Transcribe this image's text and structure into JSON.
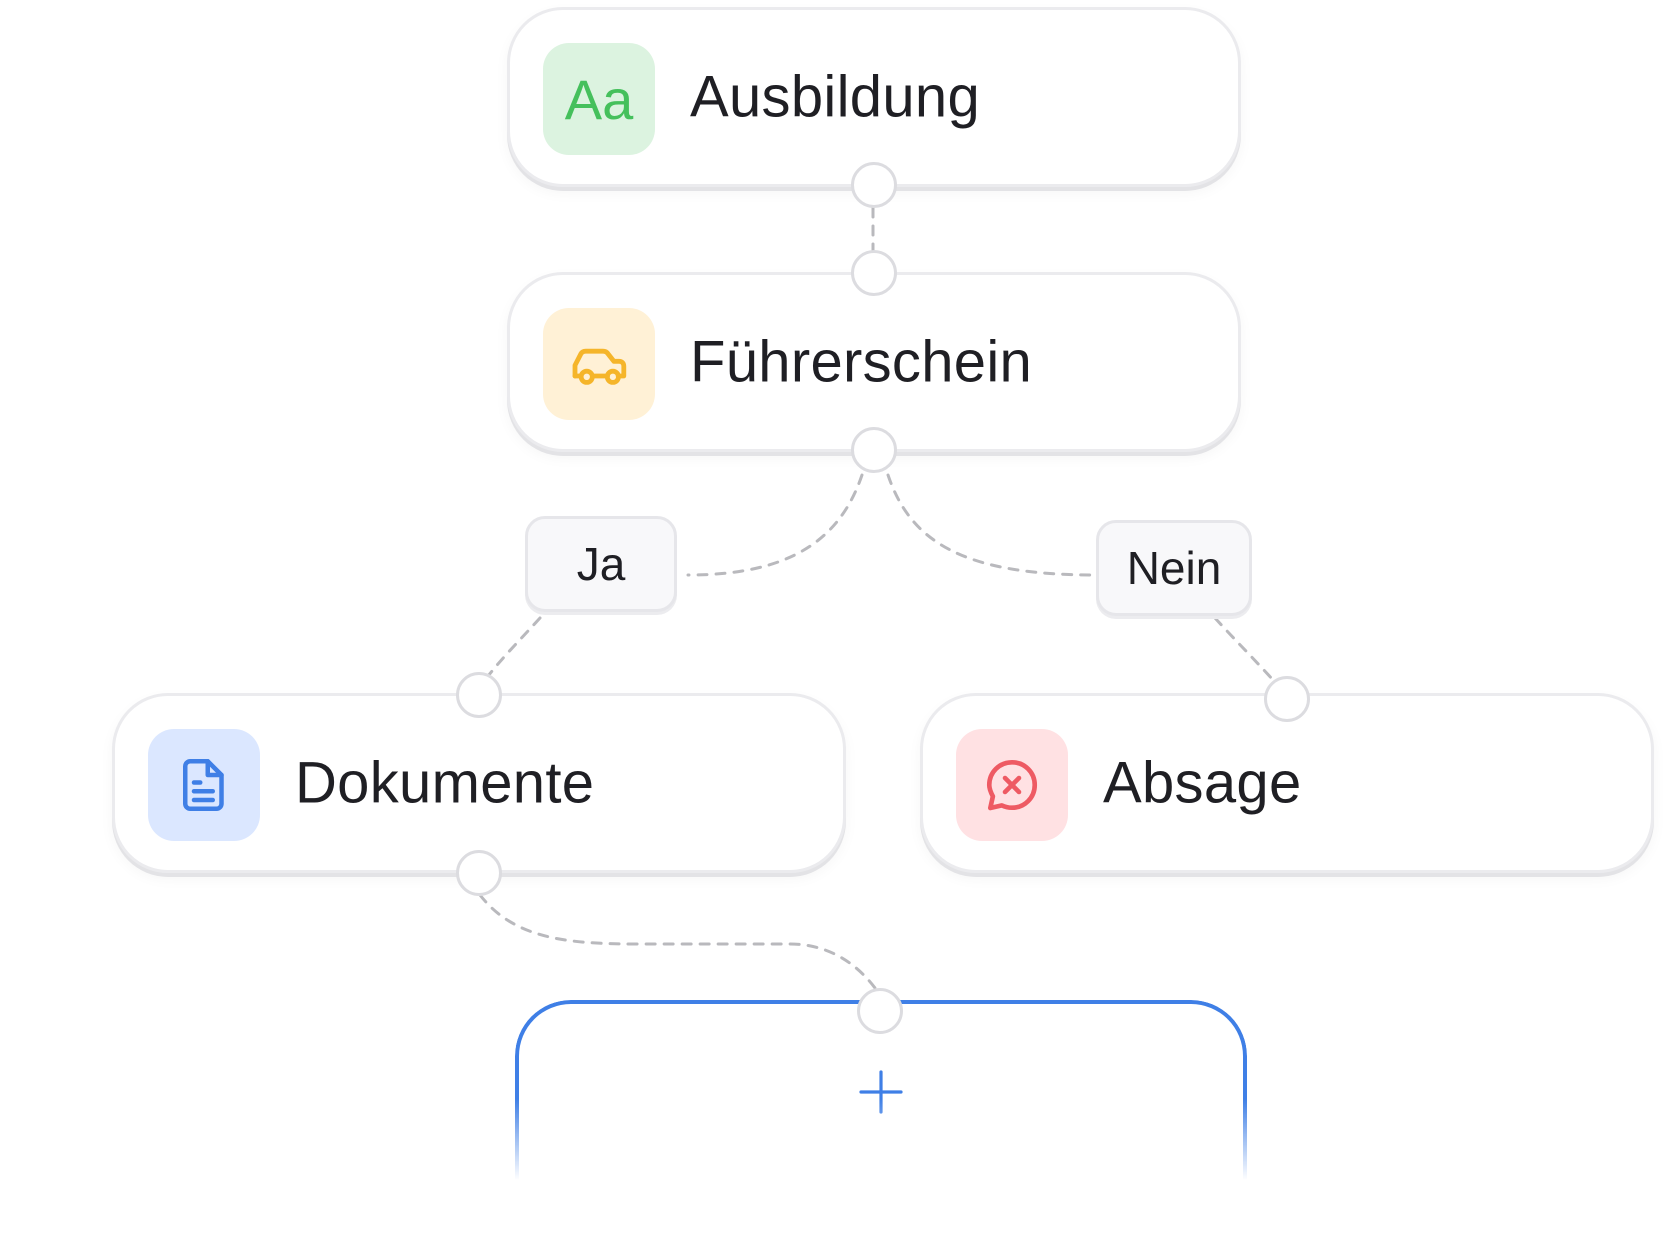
{
  "nodes": {
    "ausbildung": {
      "label": "Ausbildung",
      "icon": "text-aa-icon",
      "icon_text": "Aa",
      "icon_bg": "#dcf3e0",
      "icon_color": "#45c05c"
    },
    "fuehrerschein": {
      "label": "Führerschein",
      "icon": "car-icon",
      "icon_bg": "#fff1d6",
      "icon_color": "#f5b52a"
    },
    "dokumente": {
      "label": "Dokumente",
      "icon": "document-icon",
      "icon_bg": "#dbe7ff",
      "icon_color": "#3f7fe6"
    },
    "absage": {
      "label": "Absage",
      "icon": "chat-x-icon",
      "icon_bg": "#ffe1e3",
      "icon_color": "#ee5a63"
    }
  },
  "branches": {
    "yes": "Ja",
    "no": "Nein"
  },
  "add_node": {
    "icon": "plus-icon",
    "accent": "#3f7fe6"
  },
  "colors": {
    "edge": "#b9b9bd",
    "node_border": "#ebebee",
    "port_border": "#dcdce0",
    "text": "#1f1f24"
  }
}
